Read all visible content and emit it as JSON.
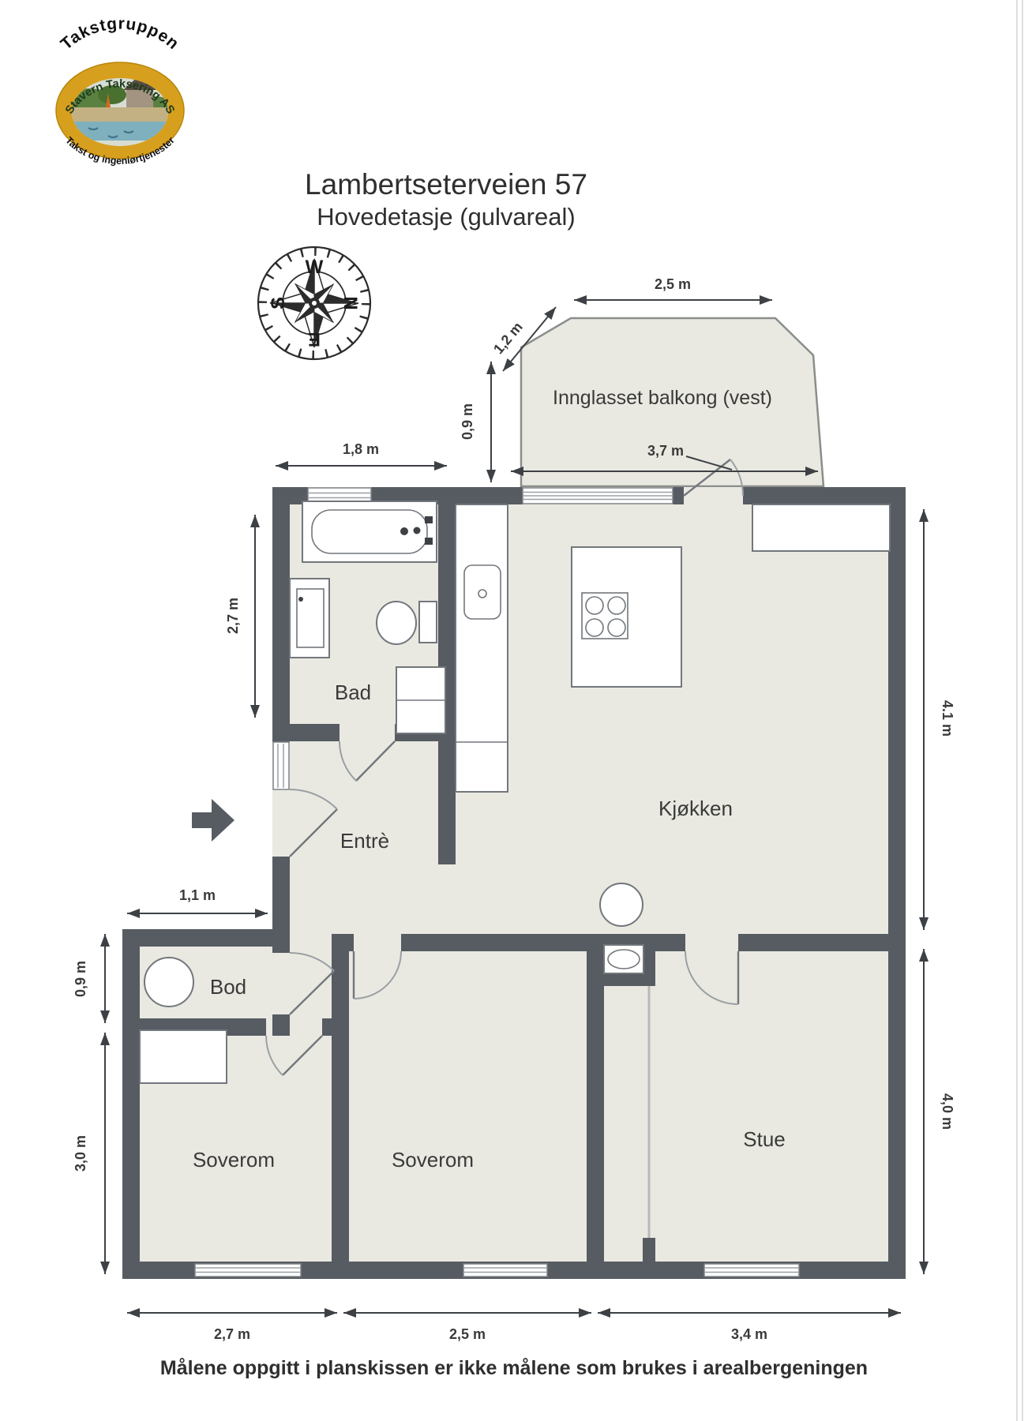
{
  "colors": {
    "wall": "#575c63",
    "room": "#e9e9e1",
    "line": "#3d4145",
    "text": "#3a3a3a",
    "logo_gold": "#d79f1e"
  },
  "logo": {
    "arc_top": "Takstgruppen",
    "arc_inner": "Stavern Taksering AS",
    "arc_bottom": "Takst og ingeniørtjenester"
  },
  "title": {
    "line1": "Lambertseterveien 57",
    "line2": "Hovedetasje (gulvareal)"
  },
  "compass": {
    "w": "W",
    "n": "N",
    "s": "S",
    "e": "E"
  },
  "plan": {
    "rooms": {
      "balcony": {
        "label": "Innglasset balkong (vest)"
      },
      "bad": {
        "label": "Bad"
      },
      "entre": {
        "label": "Entrè"
      },
      "kjokken": {
        "label": "Kjøkken"
      },
      "bod": {
        "label": "Bod"
      },
      "soverom1": {
        "label": "Soverom"
      },
      "soverom2": {
        "label": "Soverom"
      },
      "stue": {
        "label": "Stue"
      }
    },
    "dimensions": {
      "balcony_top": "2,5 m",
      "balcony_chamfer": "1,2 m",
      "balcony_left": "0,9 m",
      "top_left": "1,8 m",
      "kitchen_top": "3,7 m",
      "bad_left": "2,7 m",
      "right_upper": "4.1 m",
      "right_lower": "4,0 m",
      "left_step": "1,1 m",
      "bod_left": "0,9 m",
      "soverom_left": "3,0 m",
      "bottom_1": "2,7 m",
      "bottom_2": "2,5 m",
      "bottom_3": "3,4 m"
    },
    "footer_note": "Målene oppgitt i planskissen er ikke målene som brukes i arealbergeningen"
  }
}
